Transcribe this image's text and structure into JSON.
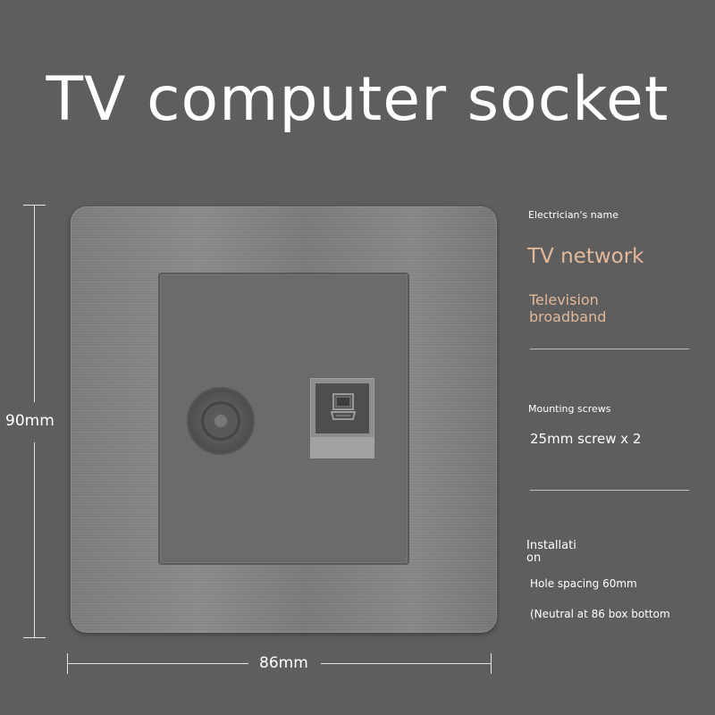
{
  "title": "TV computer socket",
  "dimensions": {
    "height_label": "90mm",
    "width_label": "86mm"
  },
  "specs": {
    "electrician_label": "Electrician's name",
    "product_name": "TV network",
    "product_desc": "Television broadband",
    "mounting_label": "Mounting screws",
    "mounting_value": "25mm screw x 2",
    "install_label": "Installati on",
    "hole_spacing": "Hole spacing 60mm",
    "neutral_note": "(Neutral at 86 box bottom"
  },
  "colors": {
    "background": "#5e5e5e",
    "accent": "#e3b89a",
    "text": "#ffffff"
  },
  "icons": {
    "coax_port": "tv-coax-port-icon",
    "network_port": "rj45-network-port-icon",
    "computer": "computer-icon"
  }
}
